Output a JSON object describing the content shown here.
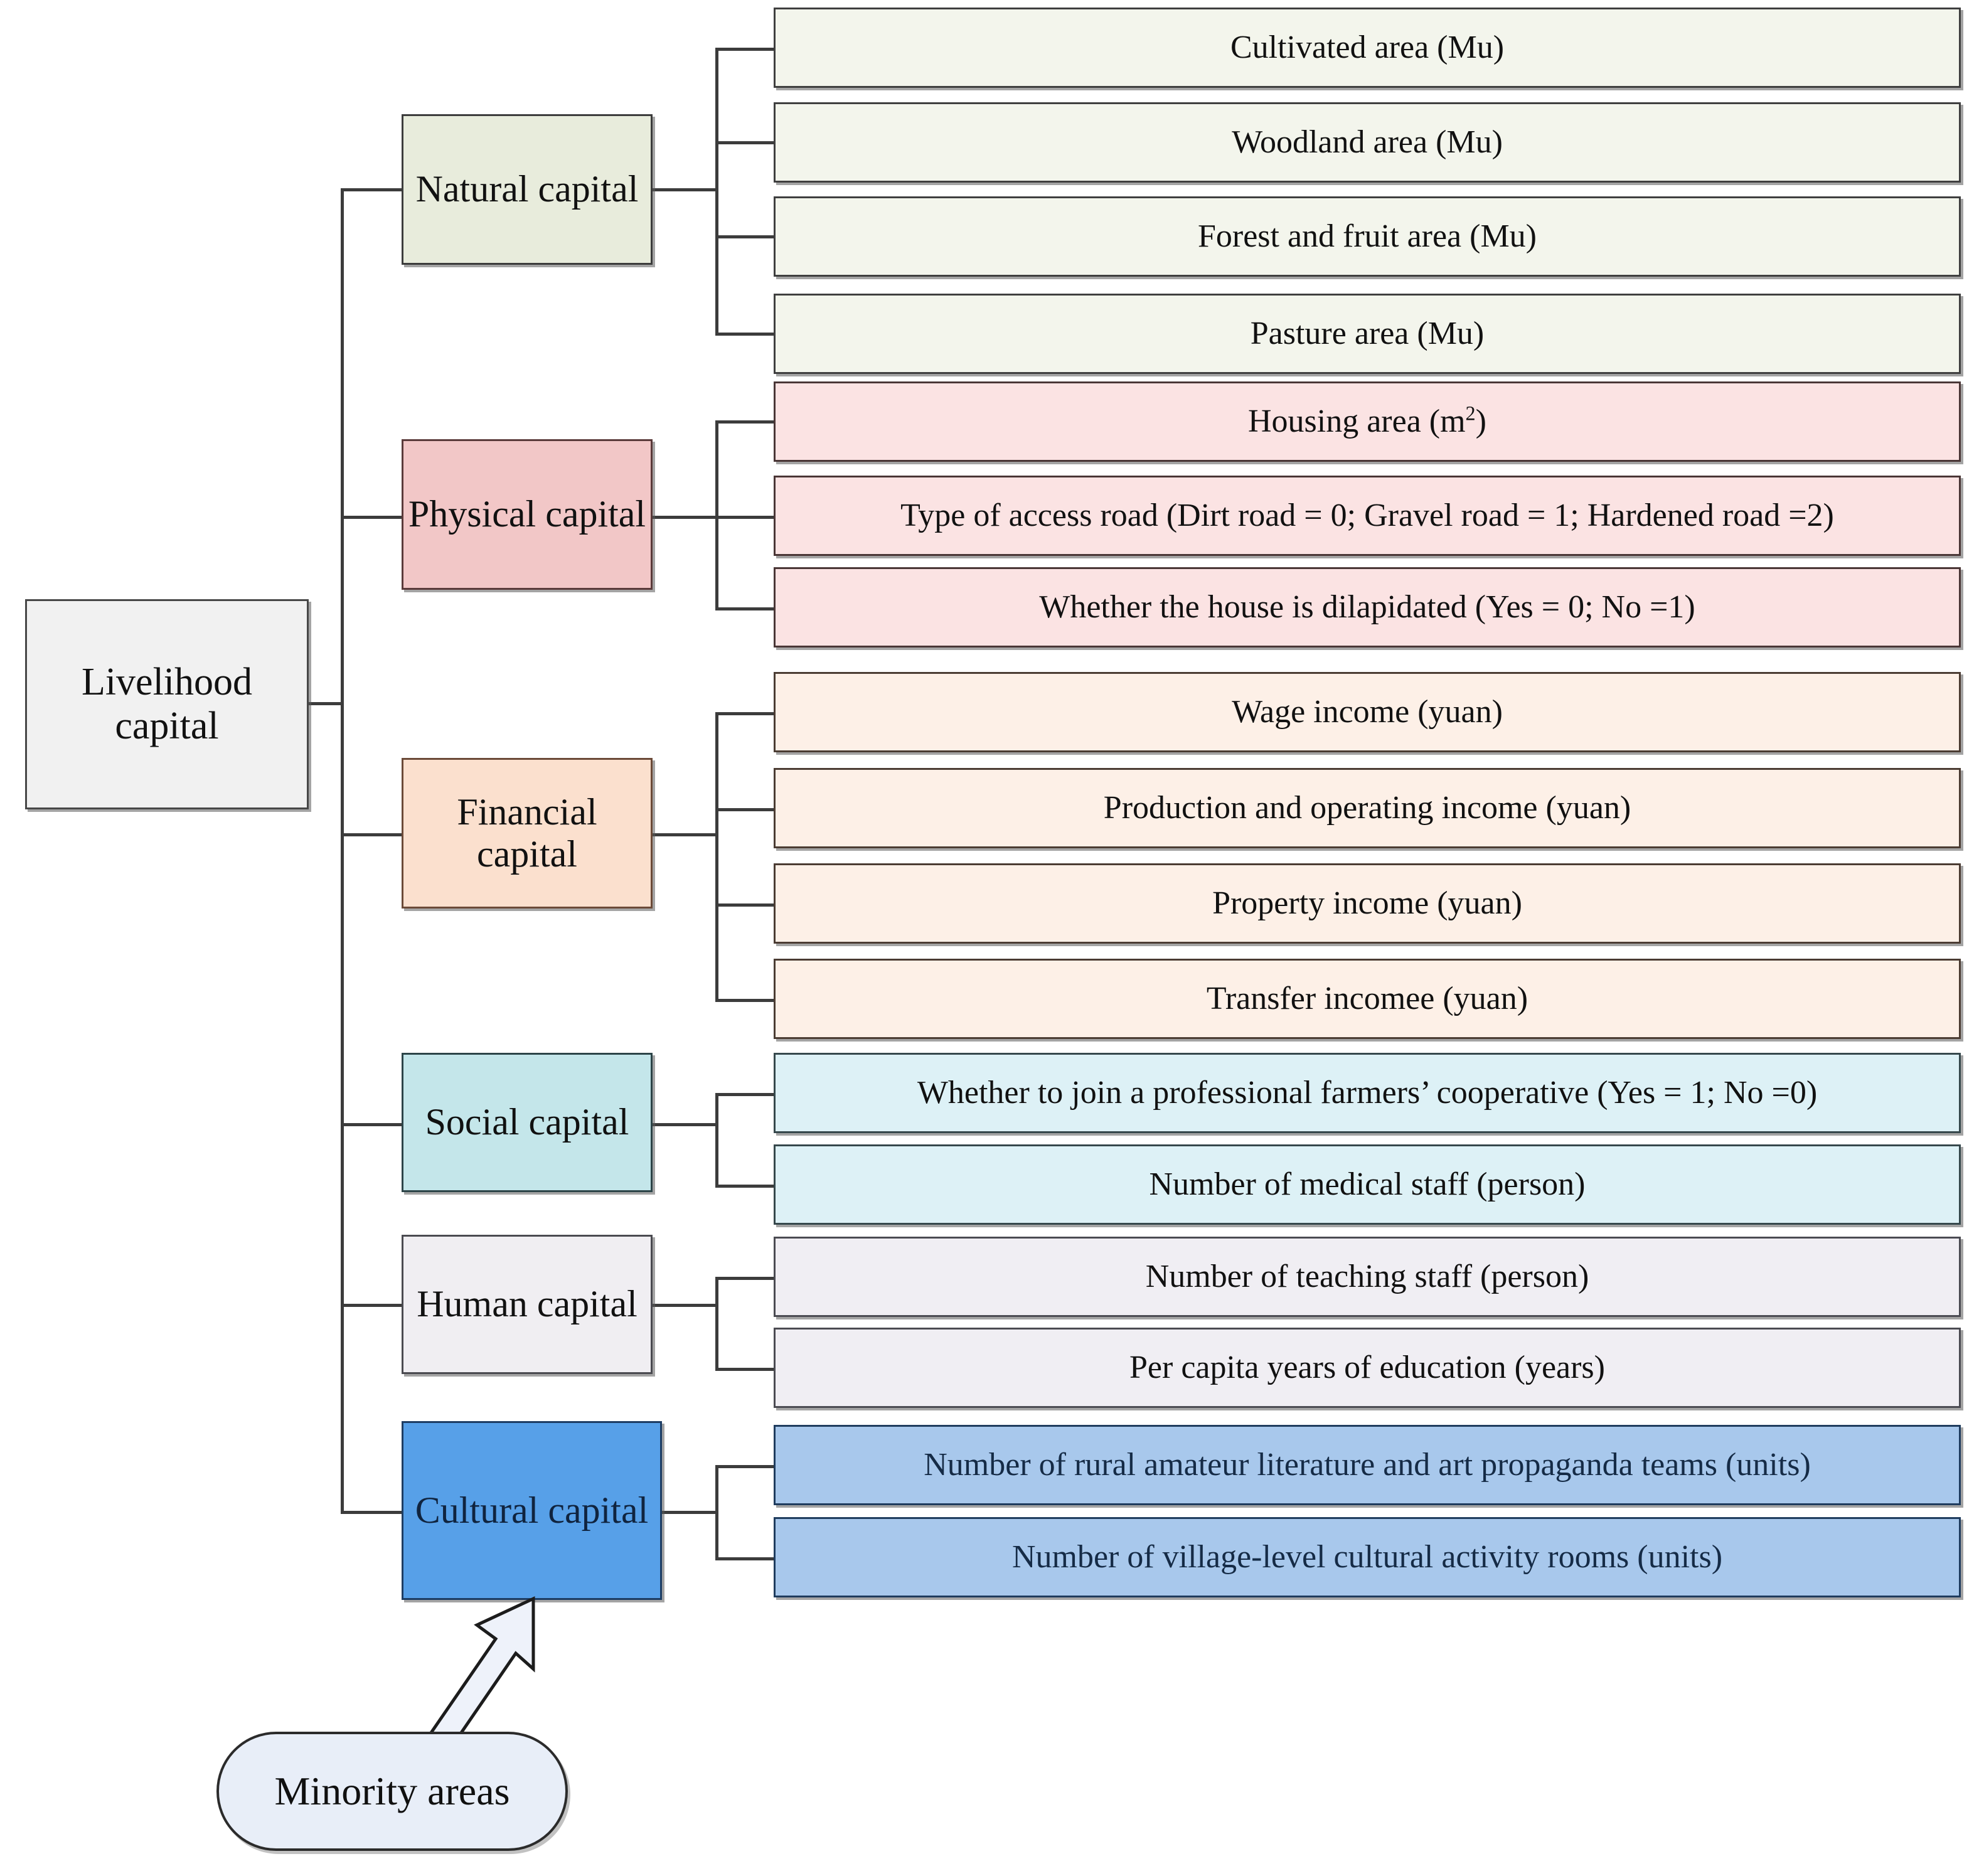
{
  "diagram": {
    "title": "Livelihood capital indicator framework",
    "root": {
      "label": "Livelihood capital"
    },
    "source_note": {
      "label": "Minority areas"
    },
    "colors": {
      "natural": "#e8ecdc",
      "physical": "#f2c7c7",
      "financial": "#fbe0ce",
      "social": "#c4e6ea",
      "human": "#f0eef2",
      "cultural": "#57a0e8",
      "root": "#f1f1f1",
      "capsule": "#e8eef8",
      "connector": "#3c3c3c"
    },
    "categories": [
      {
        "key": "natural",
        "label": "Natural capital",
        "indicators": [
          {
            "text": "Cultivated area (Mu)"
          },
          {
            "text": "Woodland area (Mu)"
          },
          {
            "text": "Forest and fruit area (Mu)"
          },
          {
            "text": "Pasture area (Mu)"
          }
        ]
      },
      {
        "key": "physical",
        "label": "Physical capital",
        "indicators": [
          {
            "text": "Housing area (m",
            "sup": "2",
            "tail": ")"
          },
          {
            "text": "Type of access road (Dirt road = 0; Gravel road = 1; Hardened road =2)"
          },
          {
            "text": "Whether the house is dilapidated (Yes = 0; No =1)"
          }
        ]
      },
      {
        "key": "financial",
        "label": "Financial capital",
        "indicators": [
          {
            "text": "Wage income (yuan)"
          },
          {
            "text": "Production and operating income (yuan)"
          },
          {
            "text": "Property income (yuan)"
          },
          {
            "text": "Transfer incomee (yuan)"
          }
        ]
      },
      {
        "key": "social",
        "label": "Social capital",
        "indicators": [
          {
            "text": "Whether to join a professional farmers’ cooperative (Yes = 1; No =0)"
          },
          {
            "text": "Number of medical staff  (person)"
          }
        ]
      },
      {
        "key": "human",
        "label": "Human capital",
        "indicators": [
          {
            "text": "Number of teaching staff  (person)"
          },
          {
            "text": "Per capita years of education  (years)"
          }
        ]
      },
      {
        "key": "cultural",
        "label": "Cultural capital",
        "indicators": [
          {
            "text": "Number of rural amateur literature and art propaganda teams (units)"
          },
          {
            "text": "Number of village-level cultural activity rooms (units)"
          }
        ]
      }
    ]
  }
}
